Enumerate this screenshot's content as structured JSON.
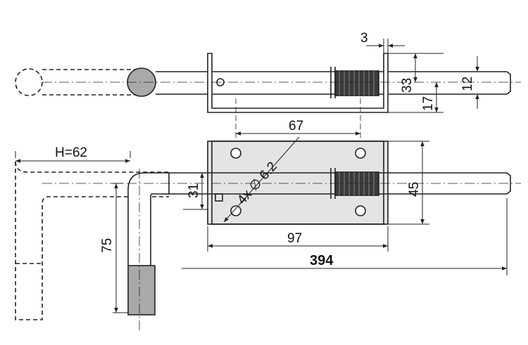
{
  "dimensions": {
    "gap": "3",
    "bolt_offset": "33",
    "bolt_diameter": "12",
    "bracket_height": "17",
    "hole_spacing": "67",
    "hole_spec": "4x ∅ 6.2",
    "plate_offset": "31",
    "plate_height": "45",
    "plate_width": "97",
    "total_length": "394",
    "handle_width": "H=62",
    "handle_length": "75"
  },
  "colors": {
    "line": "#222222",
    "plate_fill": "#e4e4e4",
    "spring_fill": "#3a3a3a",
    "grip_fill": "#a9a9a9",
    "knob_fill": "#a9a9a9"
  }
}
